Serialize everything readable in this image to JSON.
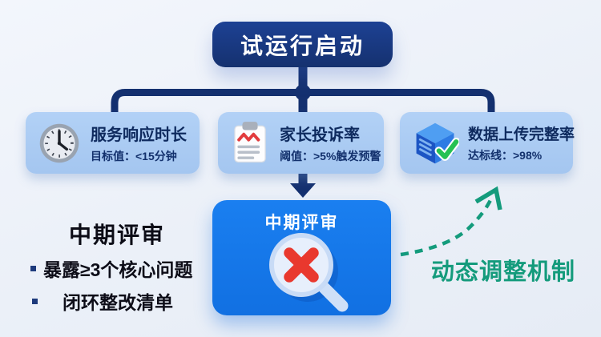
{
  "root": {
    "label": "试运行启动"
  },
  "metrics": [
    {
      "icon": "clock-icon",
      "title": "服务响应时长",
      "detail": "目标值：<15分钟"
    },
    {
      "icon": "clipboard-icon",
      "title": "家长投诉率",
      "detail": "阈值：>5%触发预警"
    },
    {
      "icon": "data-cube-icon",
      "title": "数据上传完整率",
      "detail": "达标线：>98%"
    }
  ],
  "review_node": {
    "title": "中期评审"
  },
  "left_panel": {
    "heading": "中期评审",
    "items": [
      "暴露≥3个核心问题",
      "闭环整改清单"
    ]
  },
  "right_panel": {
    "label": "动态调整机制"
  },
  "colors": {
    "navy": "#15316f",
    "bright_blue": "#1377e8",
    "card_blue": "#aacbf3",
    "green": "#149b7c",
    "red": "#e9382e",
    "background": "#edf1f8"
  }
}
